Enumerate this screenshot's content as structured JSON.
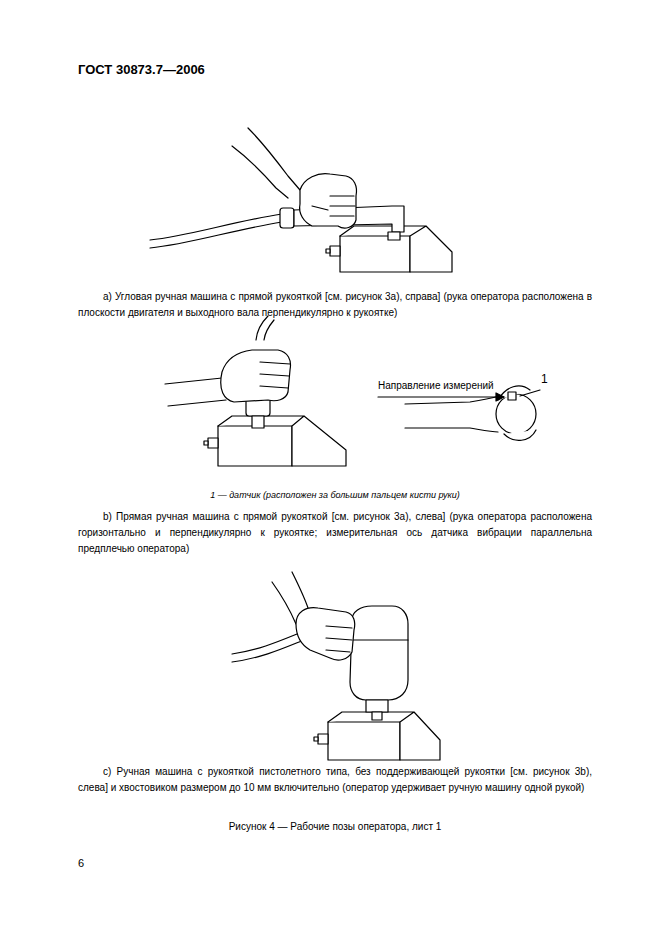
{
  "diagram": {
    "caption": "Рисунок 4 — Рабочие позы оператора, лист 1",
    "labels": [
      "ГОСТ 30873.7—2006",
      "а) Угловая ручная машина с прямой рукояткой [см. рисунок 3а), справа] (рука оператора расположена в плоскости двигателя и выходного вала перпендикулярно к рукоятке)",
      "Направление измерений",
      "1",
      "1 — датчик (расположен за большим пальцем кисти руки)",
      "b) Прямая ручная машина с прямой рукояткой [см. рисунок 3а), слева] (рука оператора расположена горизонтально и перпендикулярно к рукоятке; измерительная ось датчика вибрации параллельна предплечью оператора)",
      "с) Ручная машина с рукояткой пистолетного типа, без поддерживающей рукоятки [см. рисунок 3b), слева] и хвостовиком размером до 10 мм включительно (оператор удерживает ручную машину одной рукой)",
      "6"
    ]
  }
}
